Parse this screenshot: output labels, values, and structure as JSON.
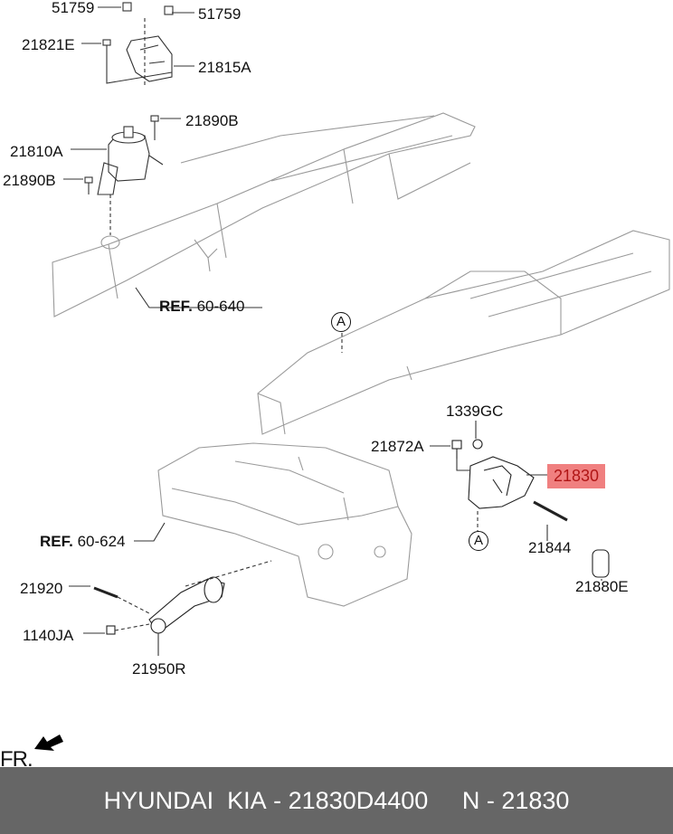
{
  "diagram": {
    "callouts": {
      "nut_top_left": "51759",
      "nut_top_right": "51759",
      "bolt_21821e": "21821E",
      "bracket_21815a": "21815A",
      "bolt_21890b_upper": "21890B",
      "mount_21810a": "21810A",
      "bolt_21890b_lower": "21890B",
      "nut_1339gc": "1339GC",
      "bolt_21872a": "21872A",
      "mount_21830": "21830",
      "bolt_21844": "21844",
      "cap_21880e": "21880E",
      "bolt_21920": "21920",
      "bolt_1140ja": "1140JA",
      "roll_rod_21950r": "21950R"
    },
    "ref_upper": {
      "prefix": "REF.",
      "number": "60-640"
    },
    "ref_lower": {
      "prefix": "REF.",
      "number": "60-624"
    },
    "marker_a_upper": "A",
    "marker_a_lower": "A",
    "front_indicator": "FR.",
    "highlight_color": "#f08080"
  },
  "footer": {
    "brand": "HYUNDAI  KIA",
    "part_number": "21830D4400",
    "sep": " - ",
    "n_label": "N",
    "n_value": "21830"
  }
}
